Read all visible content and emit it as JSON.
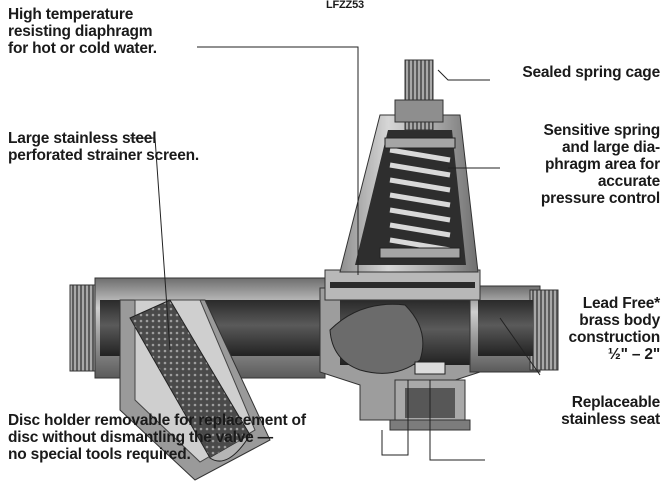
{
  "model_label": "LFZZ53",
  "callouts": {
    "diaphragm": "High temperature\nresisting diaphragm\nfor hot or cold water.",
    "strainer": "Large stainless steel\nperforated strainer screen.",
    "spring_cage": "Sealed spring cage",
    "spring": "Sensitive spring\nand large dia-\nphragm area for\naccurate\npressure control",
    "body": "Lead Free*\nbrass body\nconstruction\n½\" – 2\"",
    "seat": "Replaceable\nstainless seat",
    "disc_holder": "Disc holder removable for replacement of\ndisc without dismantling the valve —\nno special tools required."
  },
  "colors": {
    "ink": "#1a1a1a",
    "metal_dark": "#3b3b3b",
    "metal_mid": "#8a8a8a",
    "metal_light": "#c9c9c9",
    "leader": "#222222"
  }
}
